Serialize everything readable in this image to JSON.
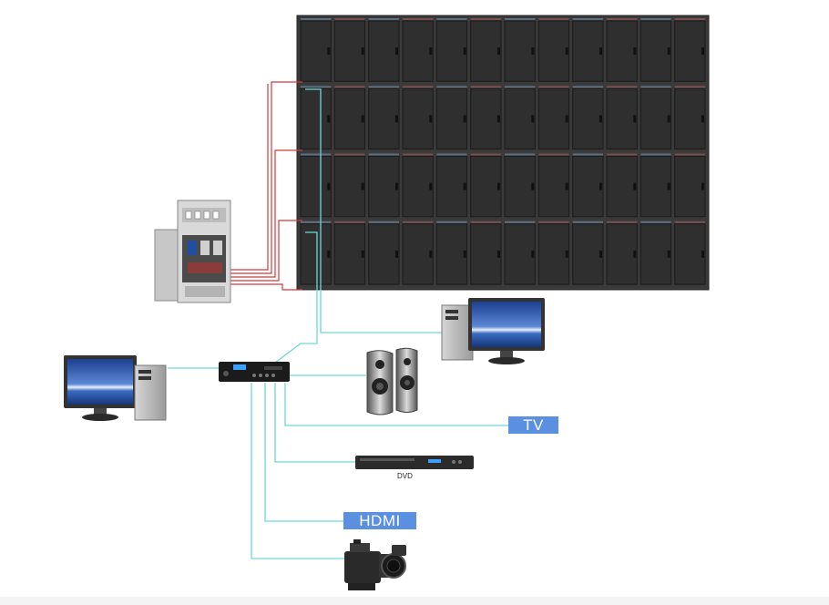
{
  "labels": {
    "tv": "TV",
    "hdmi": "HDMI",
    "dvd": "DVD"
  },
  "led_wall": {
    "rows": 4,
    "cols": 12
  },
  "colors": {
    "power_cable": "#d23a3a",
    "signal_cable": "#6fd6d6",
    "label_background": "#5b8fe0",
    "cabinet": "#2f2f2f"
  },
  "icons": [
    "led-wall",
    "power-distribution-cabinet",
    "desktop-computer",
    "video-processor",
    "speaker",
    "dvd-player",
    "video-camera"
  ]
}
